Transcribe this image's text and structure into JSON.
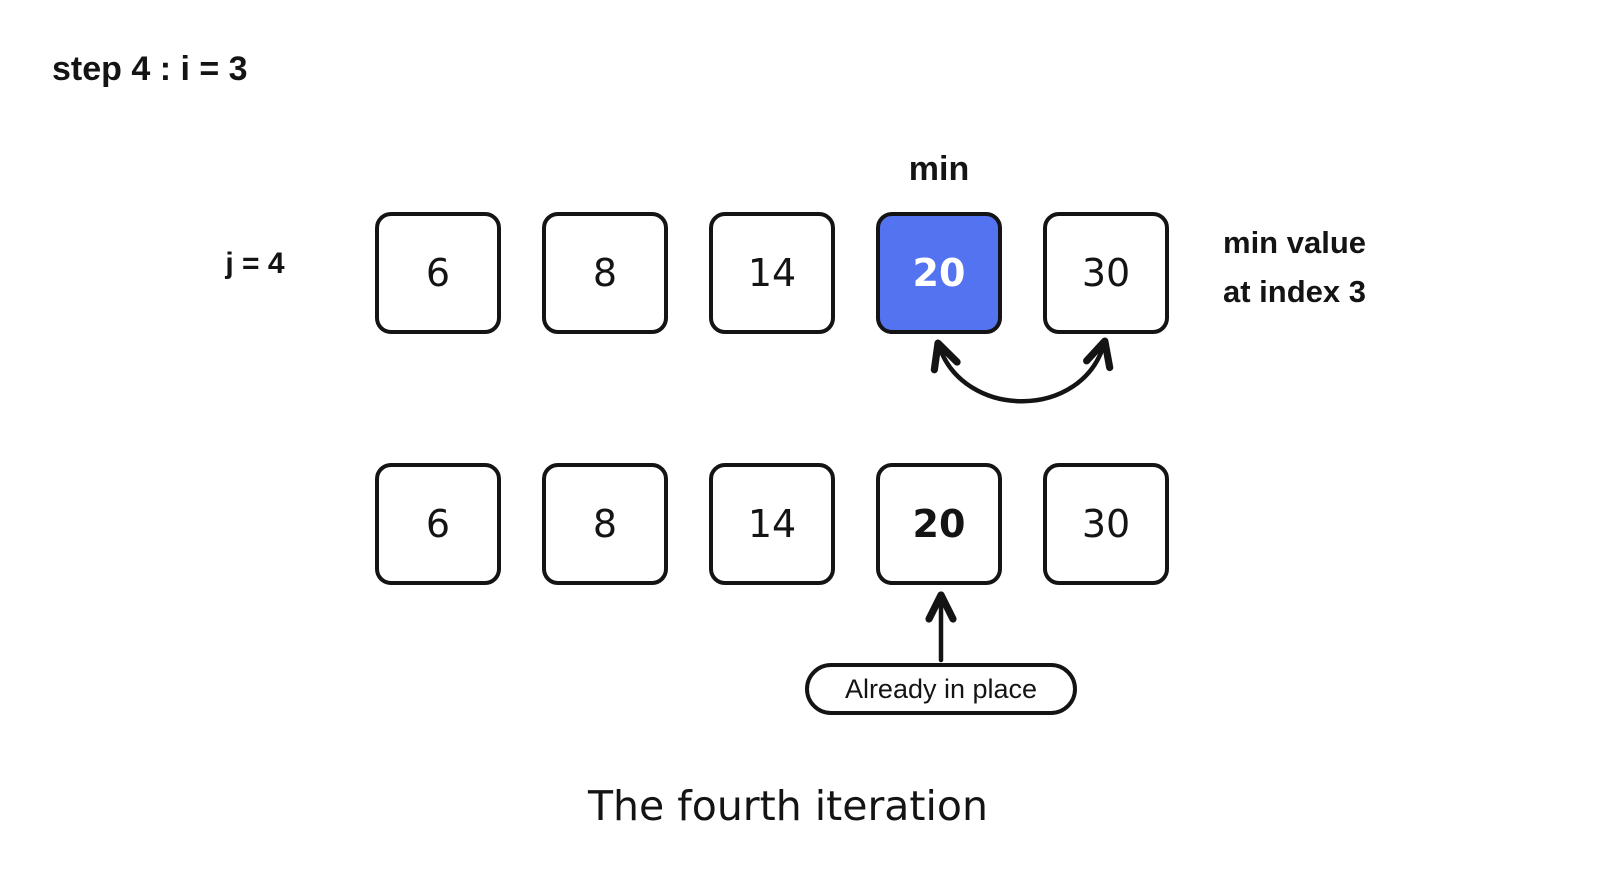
{
  "title": "step 4 : i = 3",
  "pointer_label": "j = 4",
  "min_label": "min",
  "note": {
    "line1": "min value",
    "line2": "at index 3"
  },
  "array_before": {
    "values": [
      "6",
      "8",
      "14",
      "20",
      "30"
    ],
    "highlighted_index": 3
  },
  "array_after": {
    "values": [
      "6",
      "8",
      "14",
      "20",
      "30"
    ],
    "bold_index": 3
  },
  "callout": "Already in place",
  "caption": "The fourth iteration",
  "colors": {
    "highlight": "#5473F0",
    "highlight_text": "#ffffff",
    "stroke": "#141414",
    "background": "#ffffff"
  }
}
